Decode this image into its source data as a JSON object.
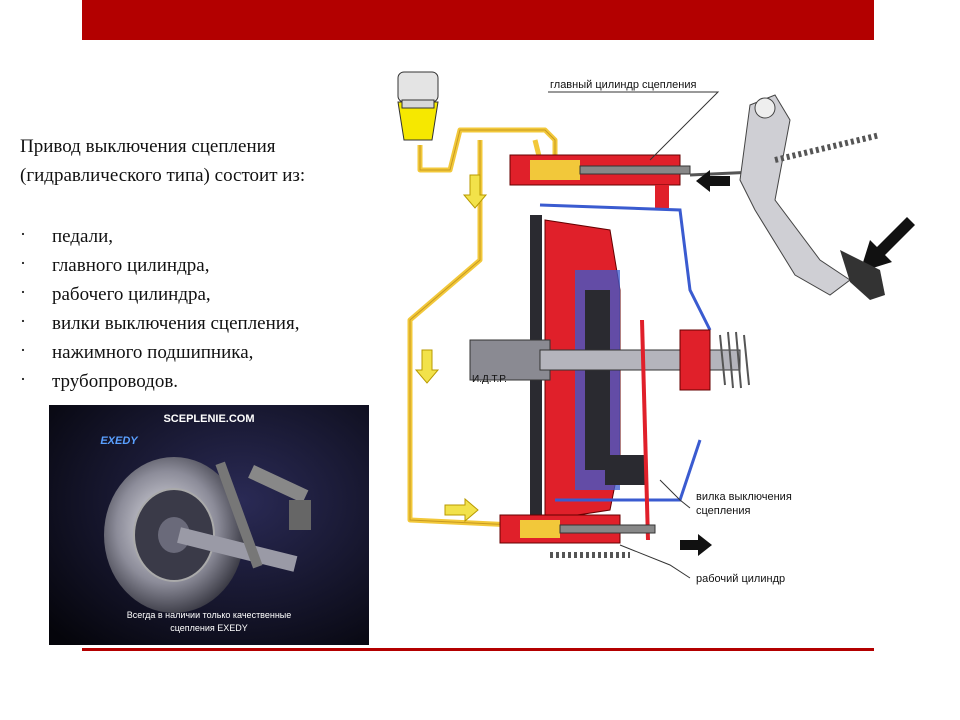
{
  "slide": {
    "intro_lines": [
      "Привод выключения сцепления",
      "(гидравлического типа) состоит из:"
    ],
    "bullets": [
      "педали,",
      "главного цилиндра,",
      "рабочего цилиндра,",
      "вилки выключения сцепления,",
      "нажимного подшипника,",
      "трубопроводов."
    ]
  },
  "video": {
    "site": "SCEPLENIE.COM",
    "logo": "EXEDY",
    "caption_line1": "Всегда в наличии только качественные",
    "caption_line2": "сцепления EXEDY"
  },
  "diagram": {
    "label_master_cylinder": "главный цилиндр сцепления",
    "label_fork_line1": "вилка выключения",
    "label_fork_line2": "сцепления",
    "label_slave_cylinder": "рабочий цилиндр",
    "watermark": "И.Д.Т.Р."
  },
  "colors": {
    "accent_red": "#b30000",
    "fluid_yellow": "#f2c83a",
    "part_red": "#e0202a",
    "part_blue": "#3a5bd0"
  }
}
